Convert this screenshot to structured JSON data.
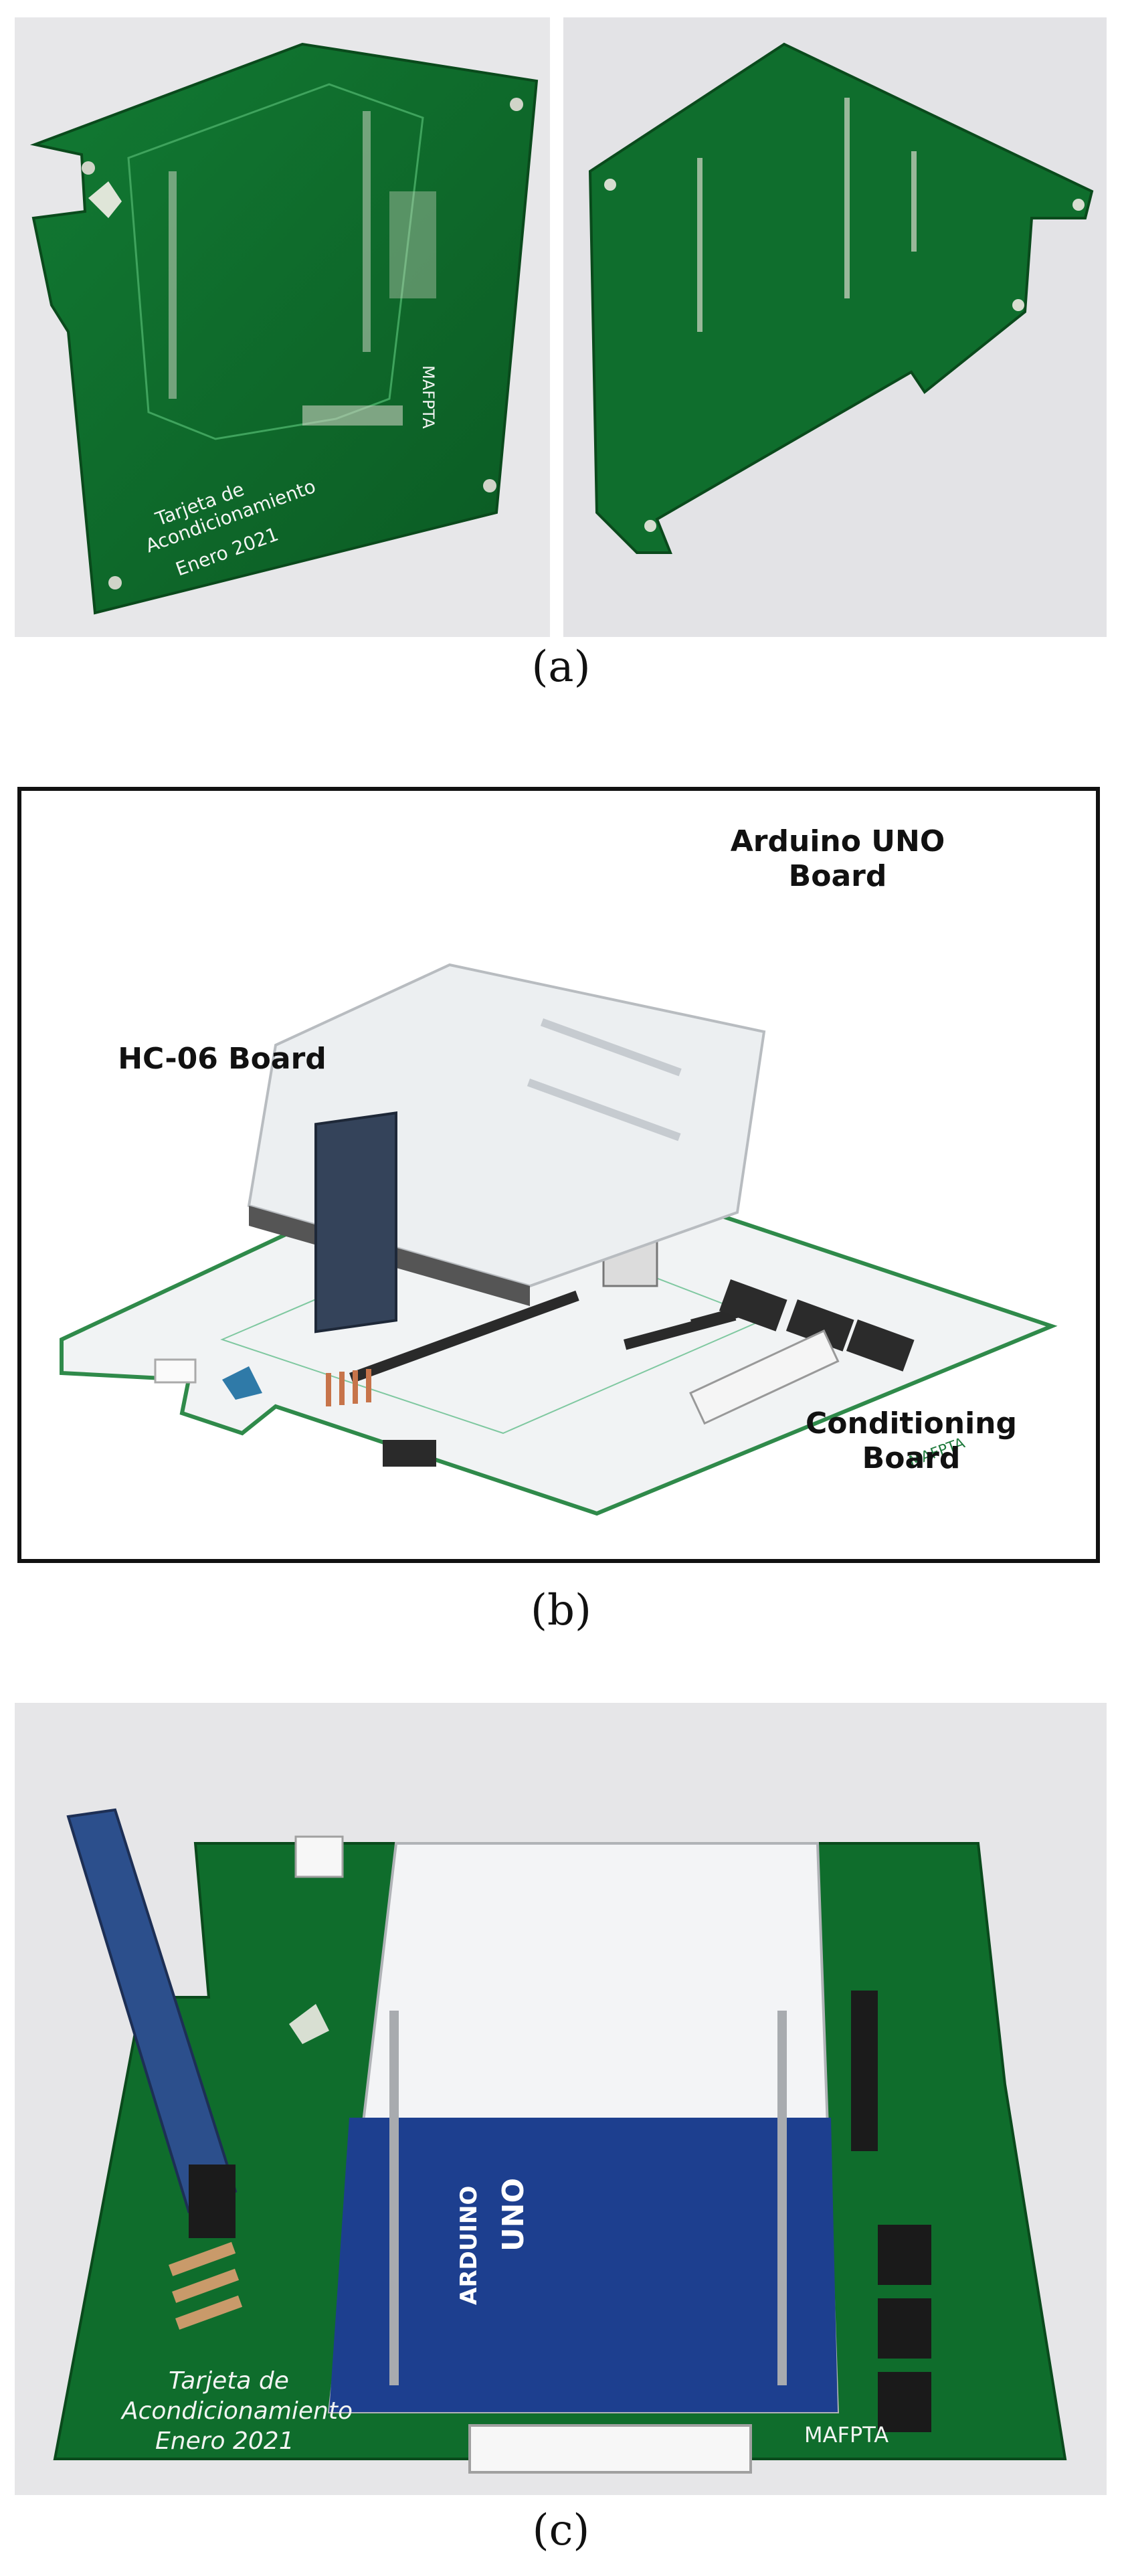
{
  "figure": {
    "panels": [
      {
        "id": "a",
        "label": "(a)"
      },
      {
        "id": "b",
        "label": "(b)"
      },
      {
        "id": "c",
        "label": "(c)"
      }
    ]
  },
  "panel_b": {
    "arduino_label": "Arduino UNO\nBoard",
    "hc06_label": "HC-06 Board",
    "conditioning_label": "Conditioning\nBoard"
  },
  "silkscreen": {
    "line1": "Tarjeta de",
    "line2": "Acondicionamiento",
    "line3": "Enero 2021",
    "project": "MAFPTA",
    "uno": "UNO",
    "arduino": "ARDUINO"
  },
  "colors": {
    "pcb_green": "#0e6b2c",
    "pcb_dark": "#0a4f20",
    "render_white": "#f1f3f4",
    "arduino_blue": "#1d3f8f",
    "background": "#e6e6e8"
  },
  "icons": [
    "logo-uam",
    "header-pins",
    "chip-icon"
  ]
}
